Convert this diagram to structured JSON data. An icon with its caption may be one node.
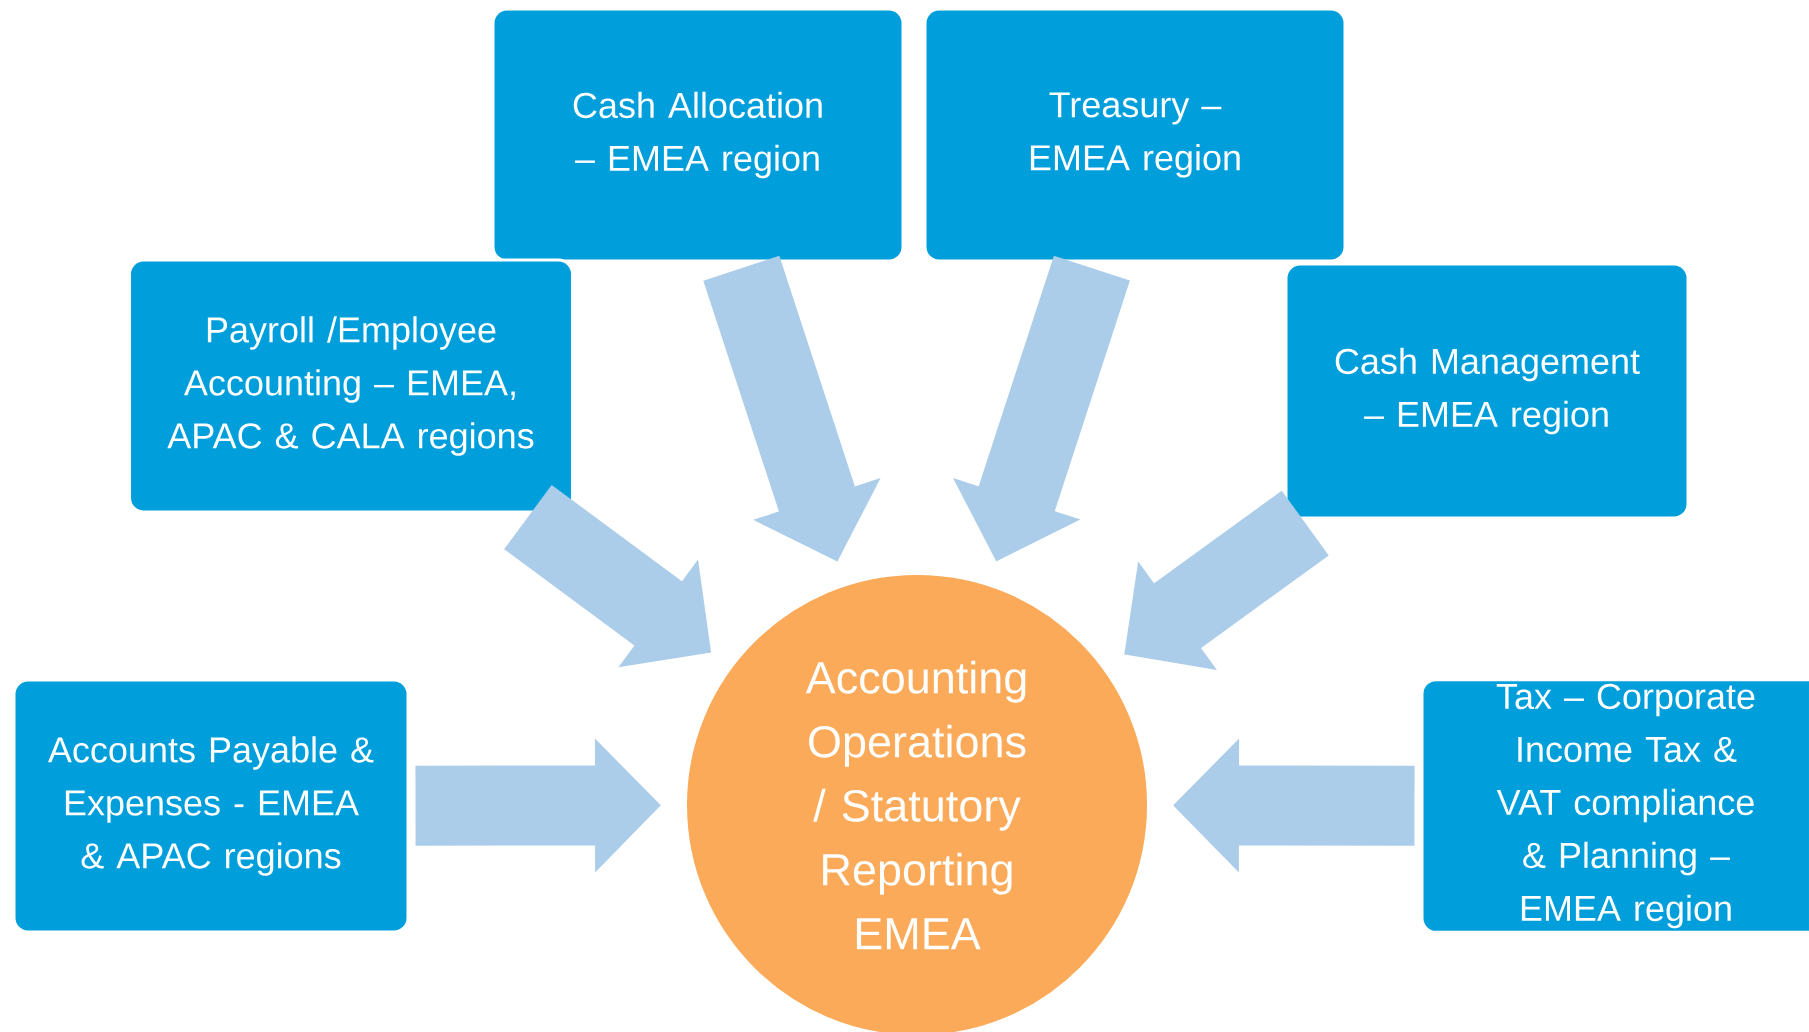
{
  "diagram": {
    "nodes": [
      {
        "text": [
          "Cash Allocation – EMEA region"
        ]
      },
      {
        "text": [
          "Treasury – EMEA region"
        ]
      },
      {
        "text": [
          "Payroll /Employee Accounting – EMEA, APAC & CALA regions"
        ]
      },
      {
        "text": [
          "Cash Management – EMEA region"
        ]
      },
      {
        "text": [
          "Accounts Payable & Expenses - EMEA & APAC regions"
        ]
      },
      {
        "text": [
          "Tax – Corporate Income Tax & VAT compliance & Planning – EMEA region"
        ]
      },
      {
        "text": [
          "Accounting Operations / Statutory Reporting EMEA"
        ]
      }
    ],
    "edges": [
      {
        "from": 0,
        "to": 6,
        "arrow": "to"
      },
      {
        "from": 1,
        "to": 6,
        "arrow": "to"
      },
      {
        "from": 2,
        "to": 6,
        "arrow": "to"
      },
      {
        "from": 3,
        "to": 6,
        "arrow": "to"
      },
      {
        "from": 4,
        "to": 6,
        "arrow": "to"
      },
      {
        "from": 5,
        "to": 6,
        "arrow": "to"
      }
    ]
  }
}
